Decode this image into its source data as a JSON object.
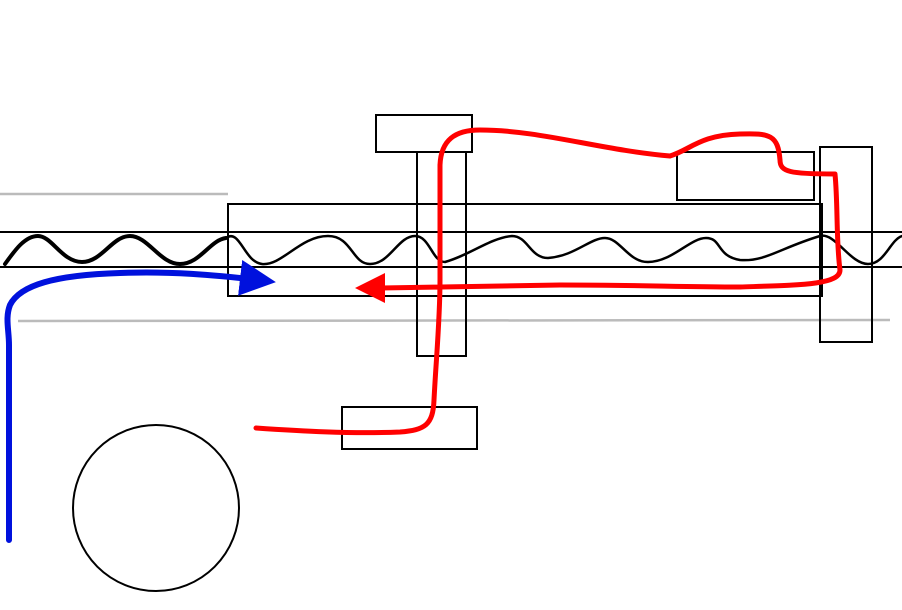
{
  "colors": {
    "background": "#ffffff",
    "outline": "#000000",
    "guide_line": "#bbbbbb",
    "flow_blue": "#0011dd",
    "flow_red": "#ff0000"
  },
  "elements": {
    "tube": "outline-rectangle",
    "wave": "black-wave-line",
    "blue_flow": "blue-arrow",
    "red_flow": "red-arrow",
    "circle": "outline-circle"
  }
}
